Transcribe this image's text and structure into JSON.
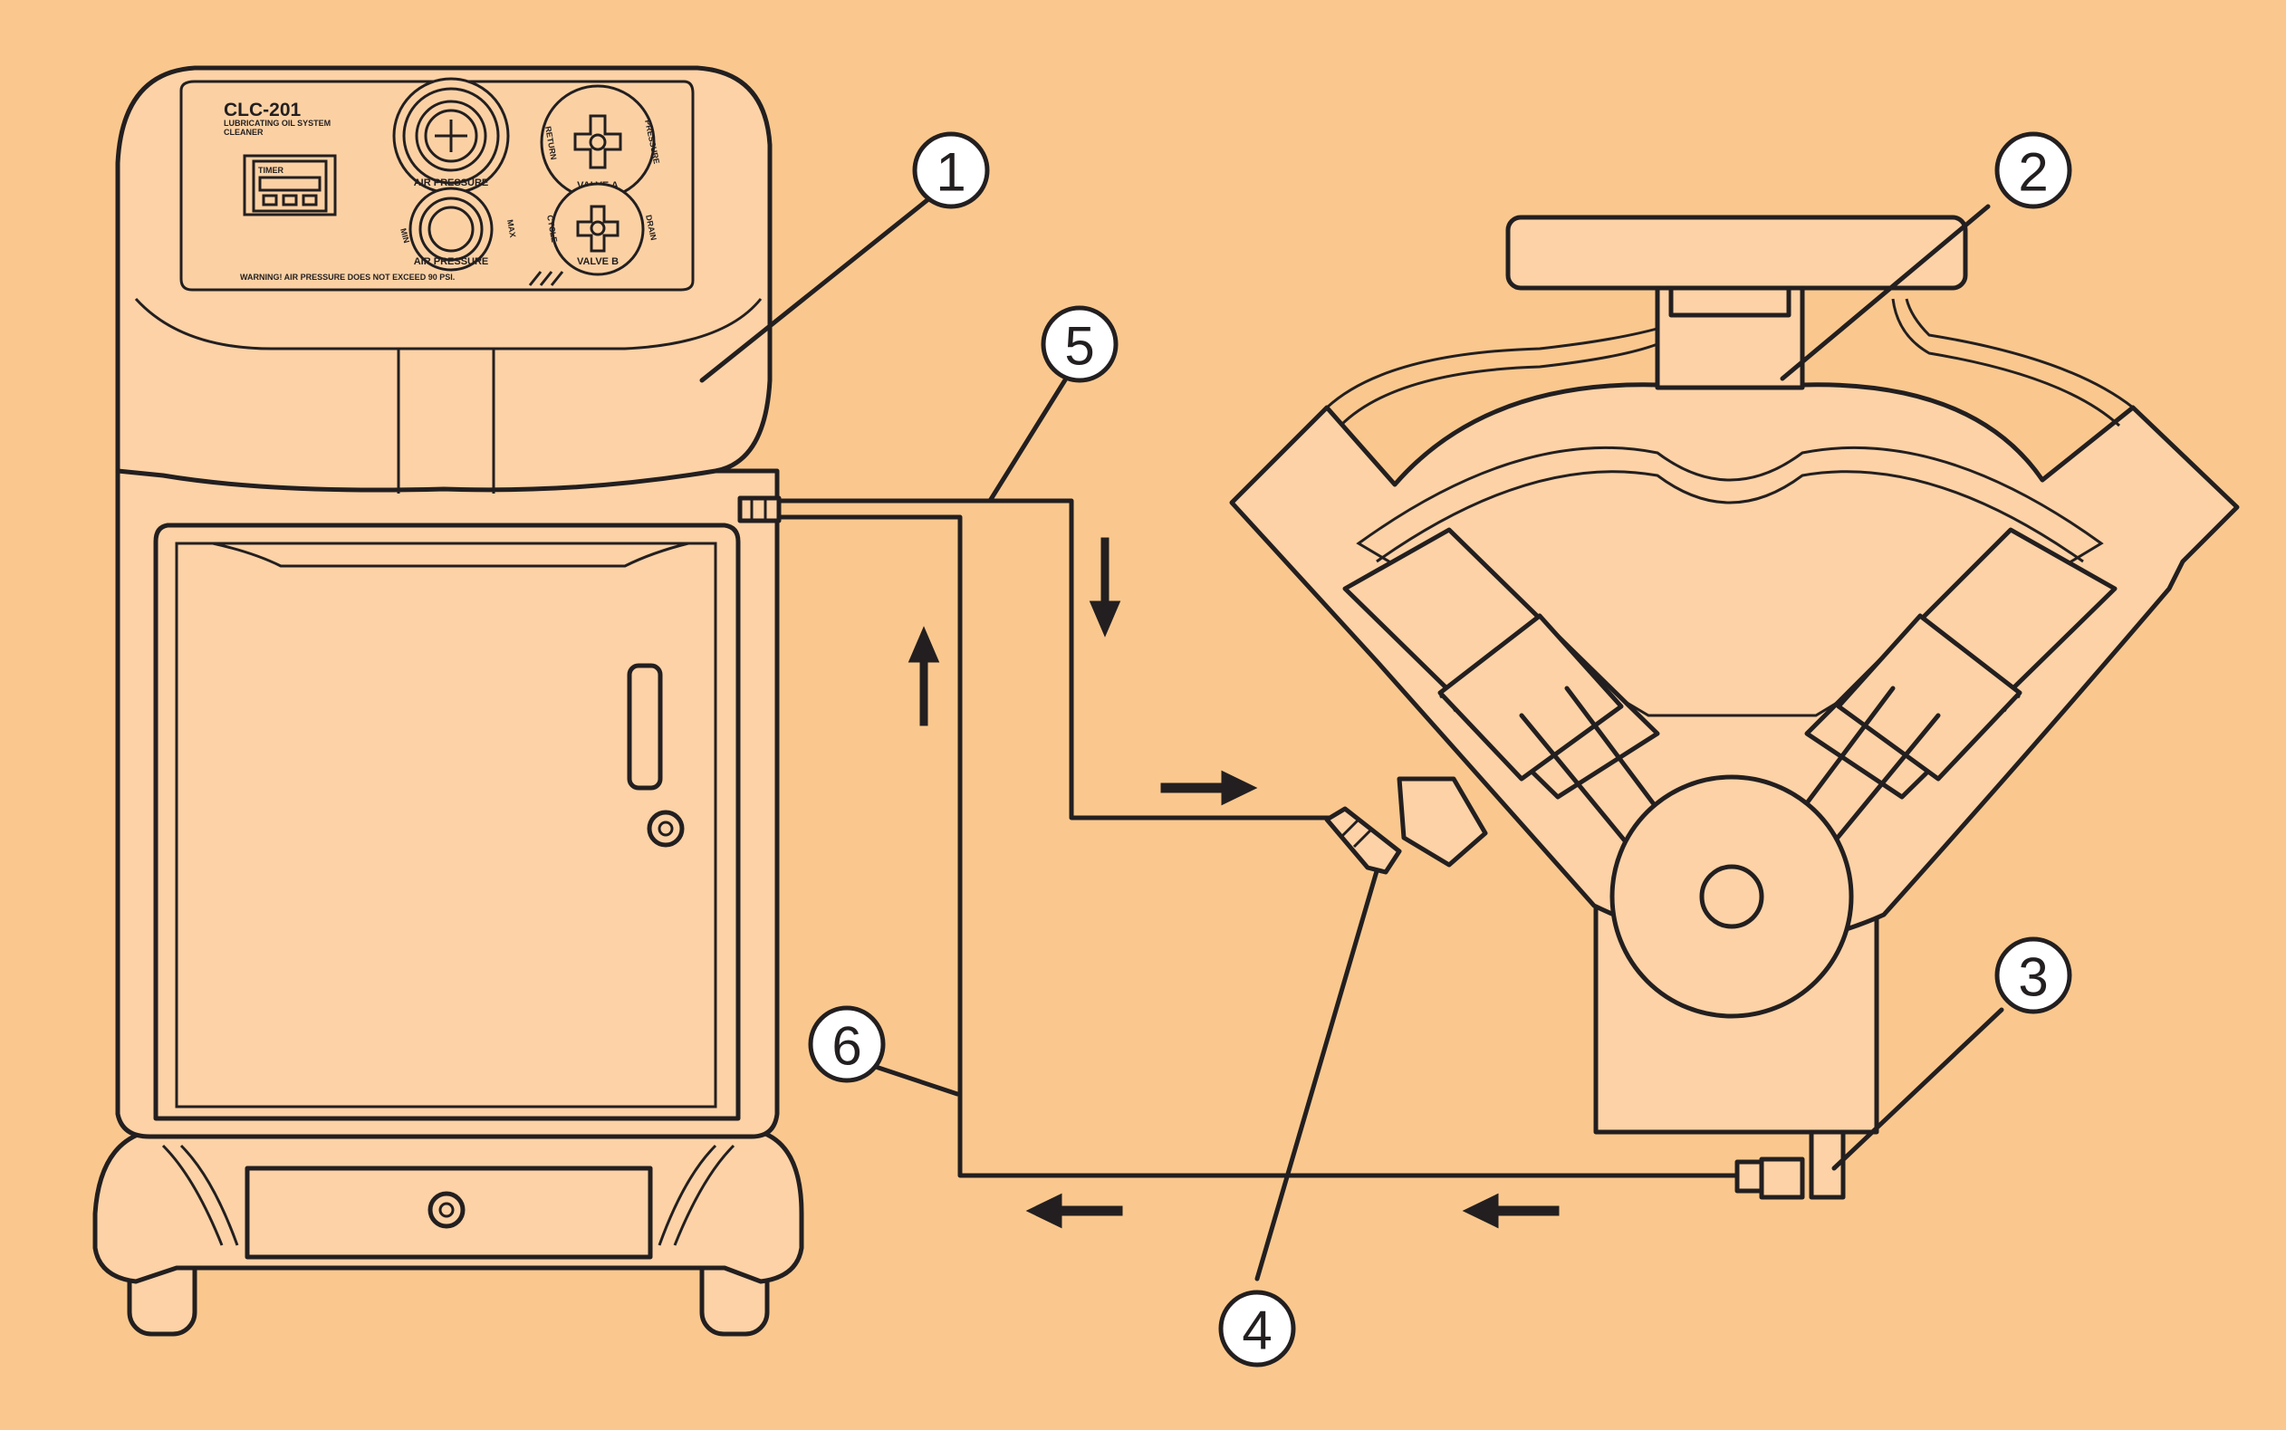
{
  "machine": {
    "model": "CLC-201",
    "subtitle_line1": "LUBRICATING OIL SYSTEM",
    "subtitle_line2": "CLEANER",
    "timer_label": "TIMER",
    "gauge_label": "AIR PRESSURE",
    "regulator_label": "AIR PRESSURE",
    "regulator_min": "MIN",
    "regulator_max": "MAX",
    "valve_a_label": "VALVE A",
    "valve_a_left": "RETURN",
    "valve_a_right": "PRESSURE",
    "valve_b_label": "VALVE B",
    "valve_b_left": "CYCLE",
    "valve_b_right": "DRAIN",
    "warning": "WARNING! AIR PRESSURE DOES NOT EXCEED 90 PSI."
  },
  "callouts": [
    "1",
    "2",
    "3",
    "4",
    "5",
    "6"
  ],
  "colors": {
    "background": "#fac88e",
    "body": "#fcd2a6",
    "line": "#231f20"
  }
}
